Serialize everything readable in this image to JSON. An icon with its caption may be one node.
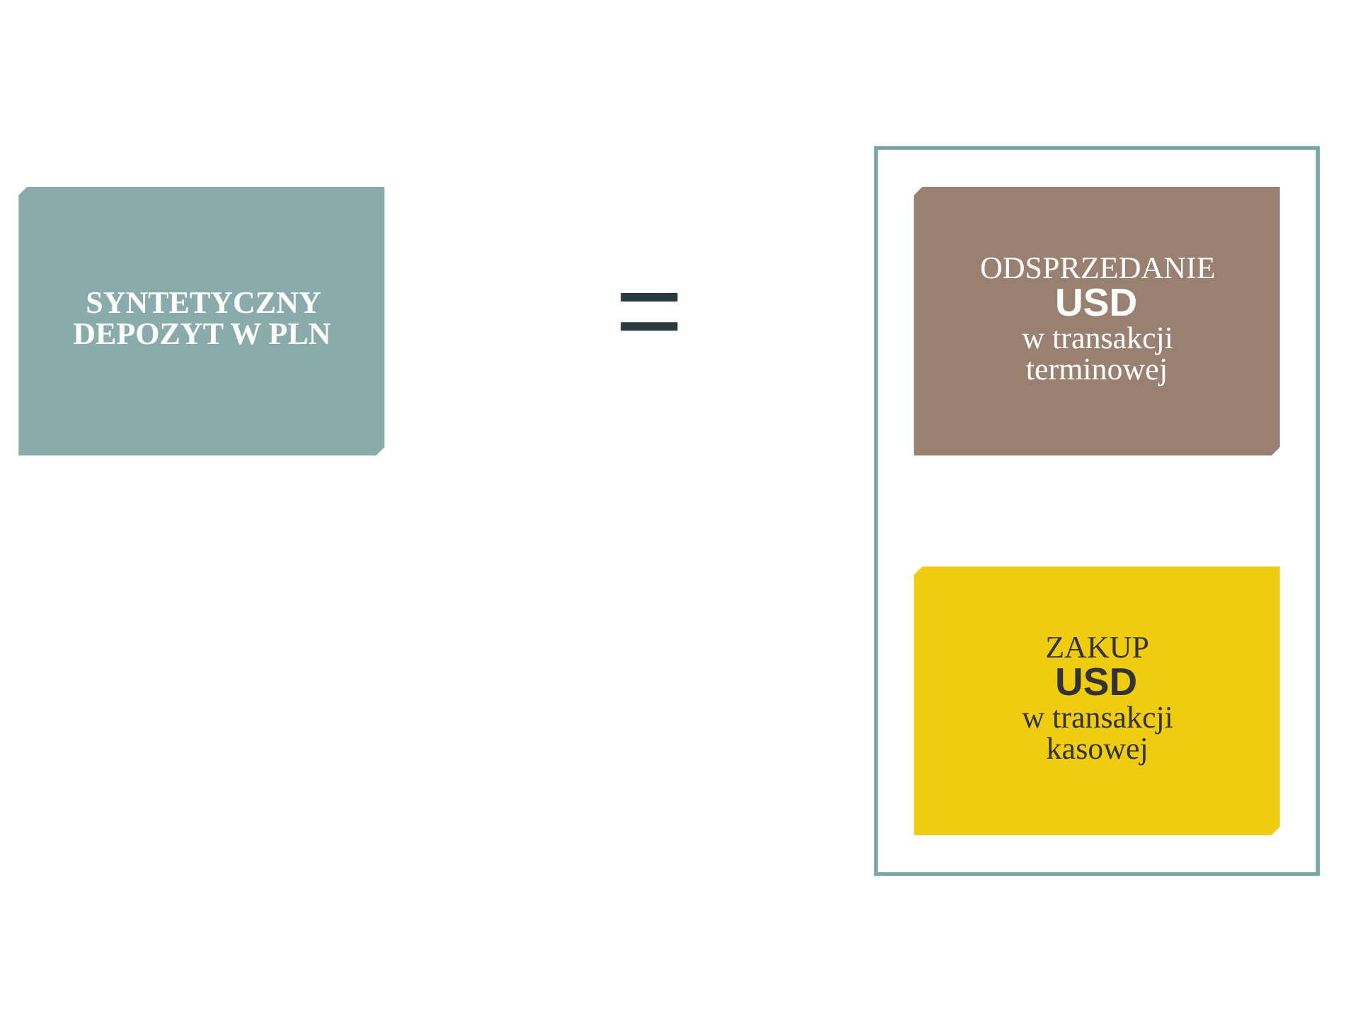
{
  "diagram": {
    "nodes": [
      {
        "text": [
          "SYNTETYCZNY DEPOZYT W PLN"
        ]
      },
      {
        "text": [],
        "shape": "box"
      },
      {
        "text": [
          "ODSPRZEDANIE",
          "USD",
          "w transakcji terminowej"
        ],
        "in": 1
      },
      {
        "text": [
          "ZAKUP",
          "USD",
          "w transakcji kasowej"
        ],
        "in": 1
      }
    ],
    "labels": [
      "="
    ]
  }
}
